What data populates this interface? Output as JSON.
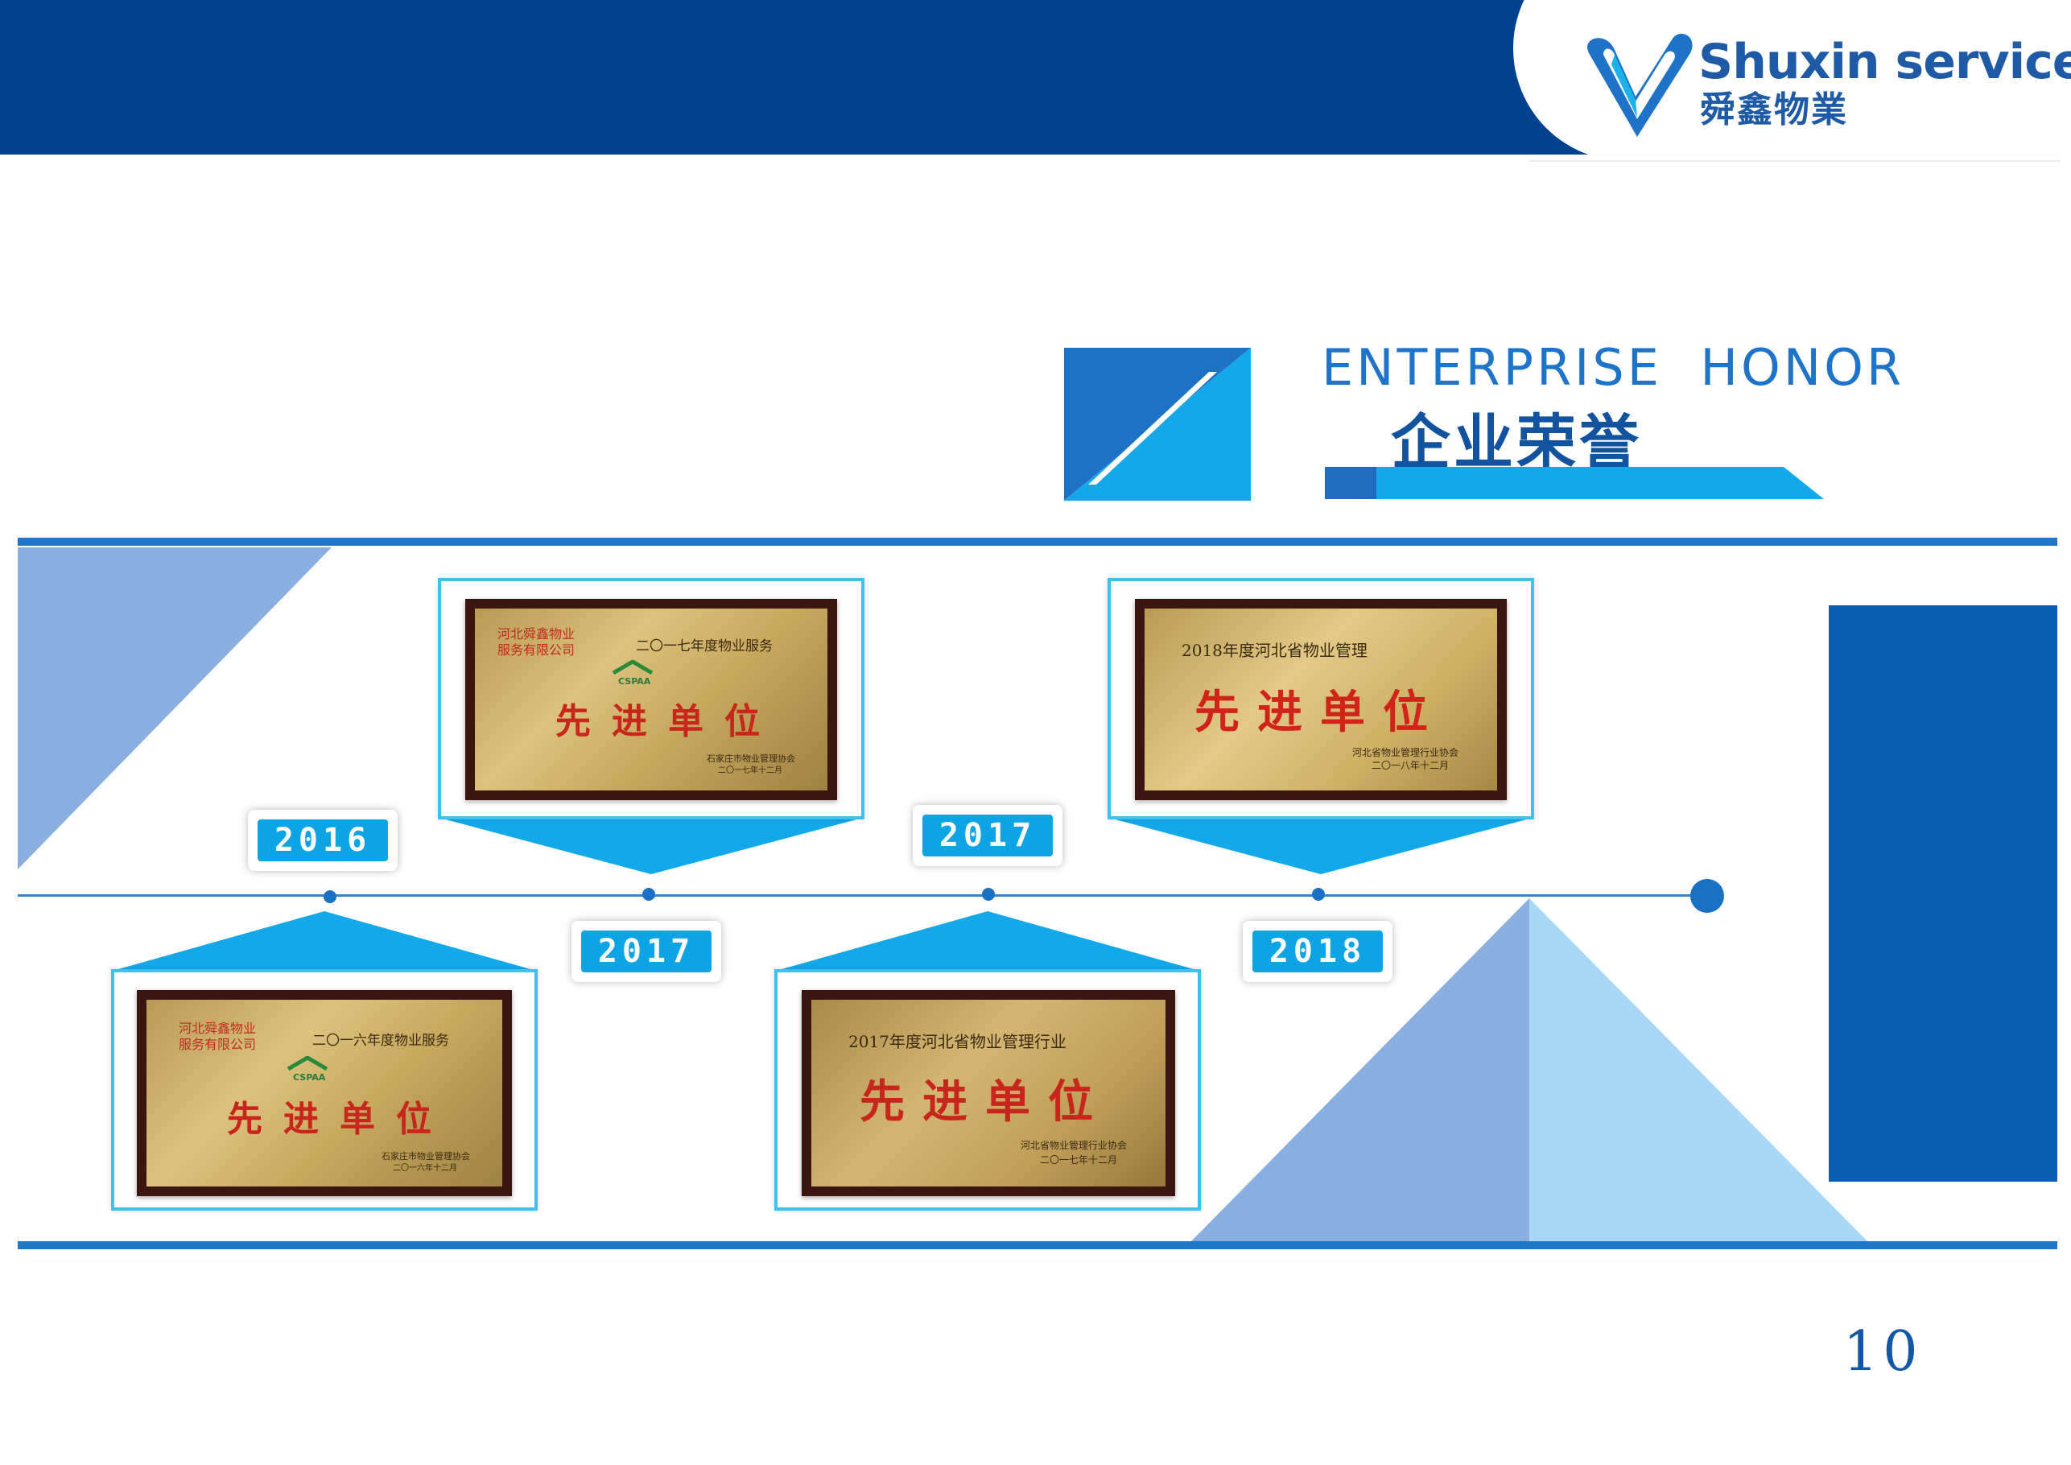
{
  "logo": {
    "name_en": "Shuxin service",
    "name_cn": "舜鑫物業"
  },
  "section": {
    "title_en": "ENTERPRISE  HONOR",
    "title_cn": "企业荣誉"
  },
  "timeline": {
    "badges": [
      "2016",
      "2017",
      "2017",
      "2018"
    ],
    "awards": [
      {
        "org": [
          "河北舜鑫物业",
          "服务有限公司"
        ],
        "year_line": "二〇一六年度物业服务",
        "mark": "CSPAA",
        "title": "先进单位",
        "sign": [
          "石家庄市物业管理协会",
          "二〇一六年十二月"
        ]
      },
      {
        "org": [
          "河北舜鑫物业",
          "服务有限公司"
        ],
        "year_line": "二〇一七年度物业服务",
        "mark": "CSPAA",
        "title": "先进单位",
        "sign": [
          "石家庄市物业管理协会",
          "二〇一七年十二月"
        ]
      },
      {
        "year_line": "2017年度河北省物业管理行业",
        "title": "先进单位",
        "sign": [
          "河北省物业管理行业协会",
          "二〇一七年十二月"
        ]
      },
      {
        "year_line": "2018年度河北省物业管理",
        "title": "先进单位",
        "sign": [
          "河北省物业管理行业协会",
          "二〇一八年十二月"
        ]
      }
    ]
  },
  "page": {
    "number": "10"
  },
  "colors": {
    "navy": "#00428e",
    "blue": "#1f77c8",
    "cyan": "#0da4e6",
    "light": "#8aaee0",
    "pale": "#a8d8f5"
  }
}
